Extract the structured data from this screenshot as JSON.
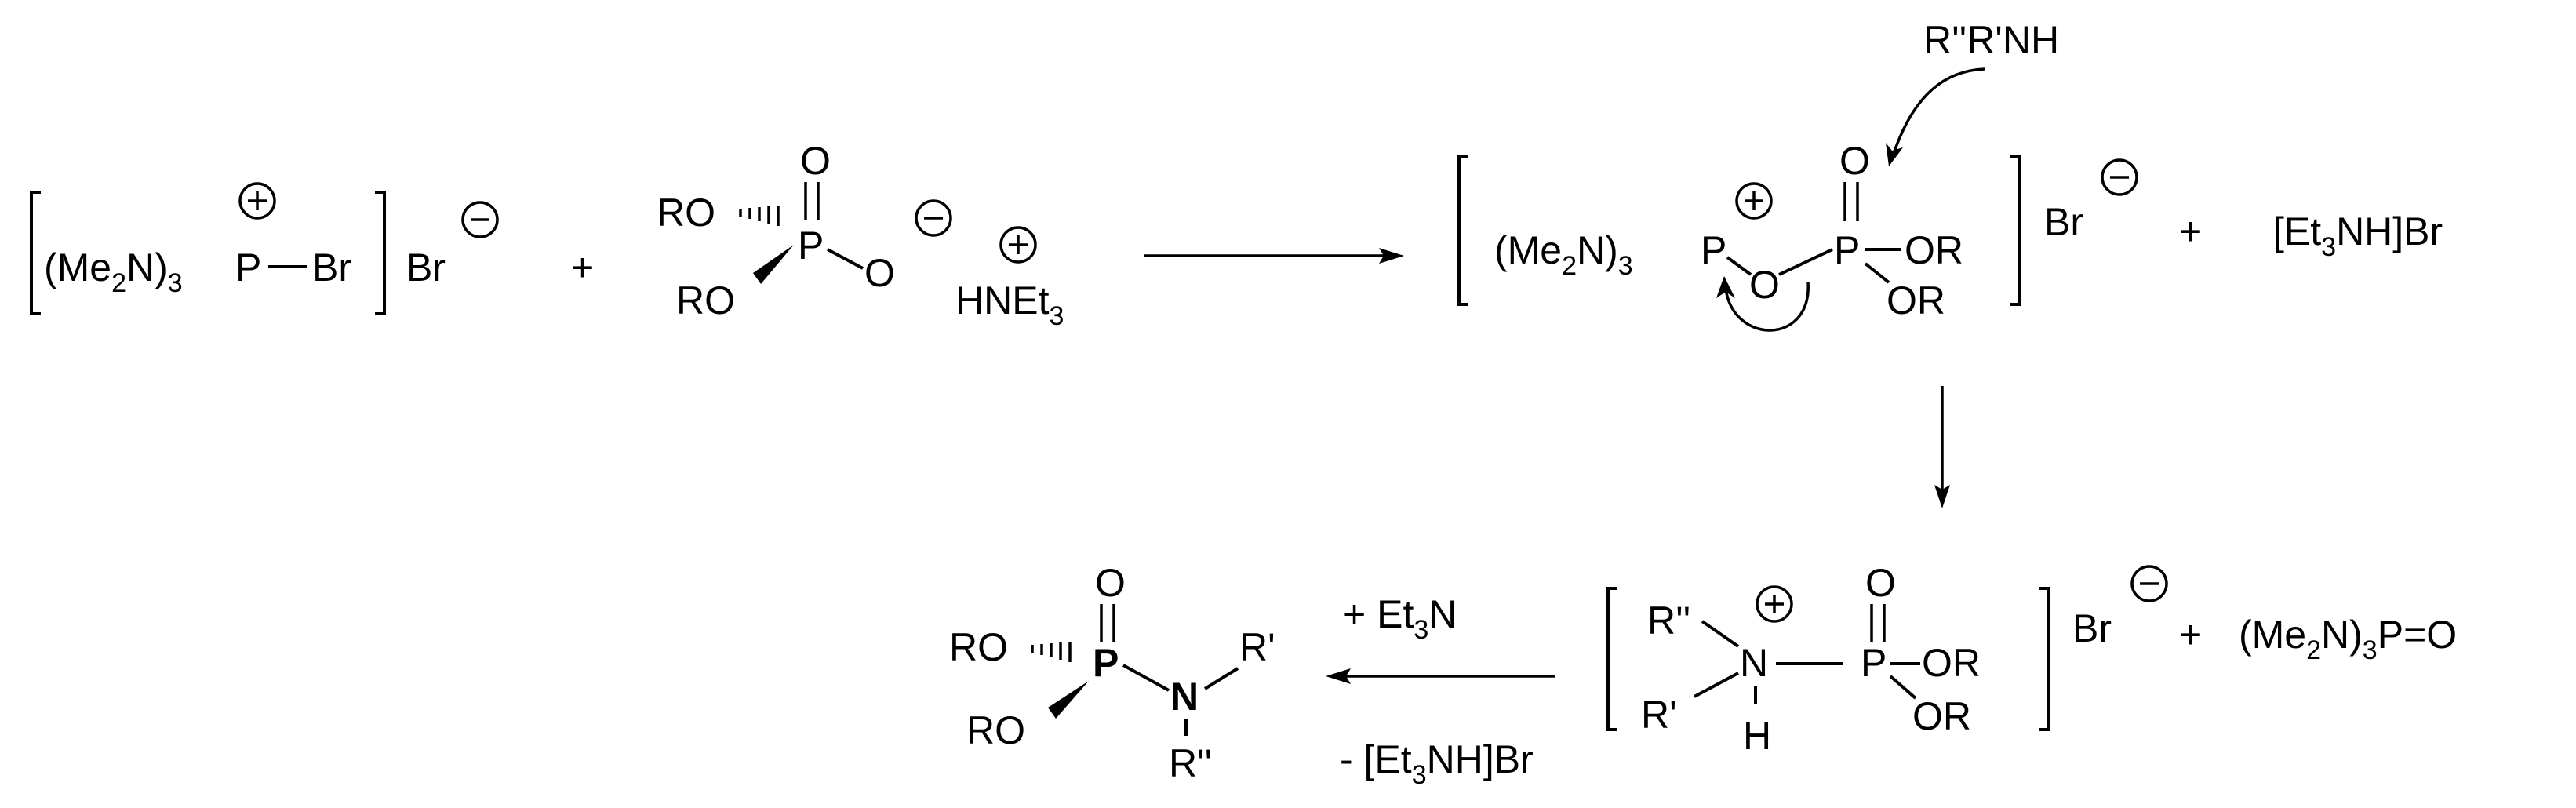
{
  "reactant1": {
    "sub": "(Me",
    "sub2": "2",
    "sub3": "N)",
    "sub4": "3",
    "p": "P",
    "br": "Br",
    "counter": "Br"
  },
  "plus": "+",
  "reactant2": {
    "o_top": "O",
    "ro_top": "RO",
    "p": "P",
    "o_minus": "O",
    "ro_bottom": "RO",
    "cation_hn": "HNEt",
    "cation_sub": "3"
  },
  "intermediate1": {
    "prefix": "(Me",
    "sub2": "2",
    "n": "N)",
    "sub3": "3",
    "p1": "P",
    "o_bridge": "O",
    "p2": "P",
    "o_top": "O",
    "or1": "OR",
    "or2": "OR",
    "counter": "Br"
  },
  "byproduct1": {
    "lb": "[Et",
    "sub": "3",
    "rest": "NH]Br"
  },
  "amine": "R''R'NH",
  "intermediate2": {
    "r2": "R''",
    "r1": "R'",
    "n": "N",
    "h": "H",
    "p": "P",
    "o_top": "O",
    "or1": "OR",
    "or2": "OR",
    "counter": "Br"
  },
  "byproduct2": {
    "prefix": "(Me",
    "sub2": "2",
    "rest": "N)",
    "sub3": "3",
    "tail": "P=O"
  },
  "reagent_above": {
    "pre": "+ Et",
    "sub": "3",
    "post": "N"
  },
  "reagent_below": {
    "pre": "- [Et",
    "sub": "3",
    "post": "NH]Br"
  },
  "product": {
    "o_top": "O",
    "ro_top": "RO",
    "p": "P",
    "n": "N",
    "r1": "R'",
    "r2": "R''",
    "ro_bottom": "RO"
  }
}
